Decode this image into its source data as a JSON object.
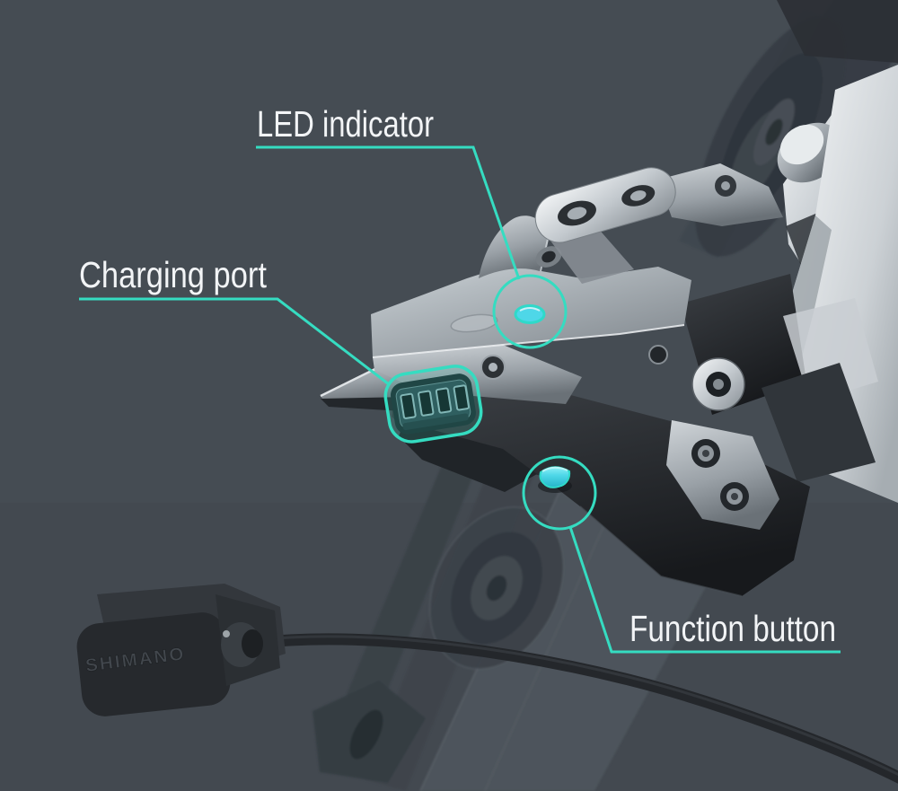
{
  "diagram": {
    "subject": "rear-derailleur-di2-annotated"
  },
  "labels": {
    "led": "LED indicator",
    "charging": "Charging port",
    "function": "Function button"
  },
  "connector": {
    "brand": "SHIMANO"
  },
  "colors": {
    "bg": "#454C53",
    "accent": "#35DCC1",
    "led": "#4ED7E8",
    "text": "#F2F4F6"
  }
}
